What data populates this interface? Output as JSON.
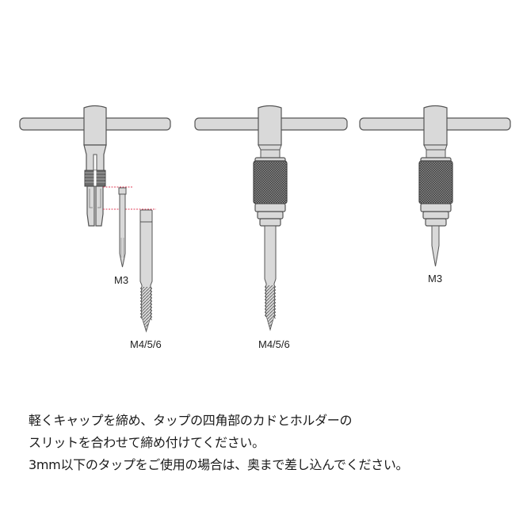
{
  "figures": [
    {
      "id": "disassembled",
      "labels": {
        "small_tap": "M3",
        "large_tap": "M4/5/6"
      }
    },
    {
      "id": "assembled-large",
      "labels": {
        "tap": "M4/5/6"
      }
    },
    {
      "id": "assembled-small",
      "labels": {
        "tap": "M3"
      }
    }
  ],
  "instructions": {
    "lines": [
      "軽くキャップを締め、タップの四角部のカドとホルダーの",
      "スリットを合わせて締め付けてください。",
      "3mm以下のタップをご使用の場合は、奥まで差し込んでください。"
    ]
  },
  "colors": {
    "metal_fill": "#d9d9d9",
    "outline": "#555555",
    "knurl": "#6b6b6b",
    "guide_line": "#e0405a"
  }
}
